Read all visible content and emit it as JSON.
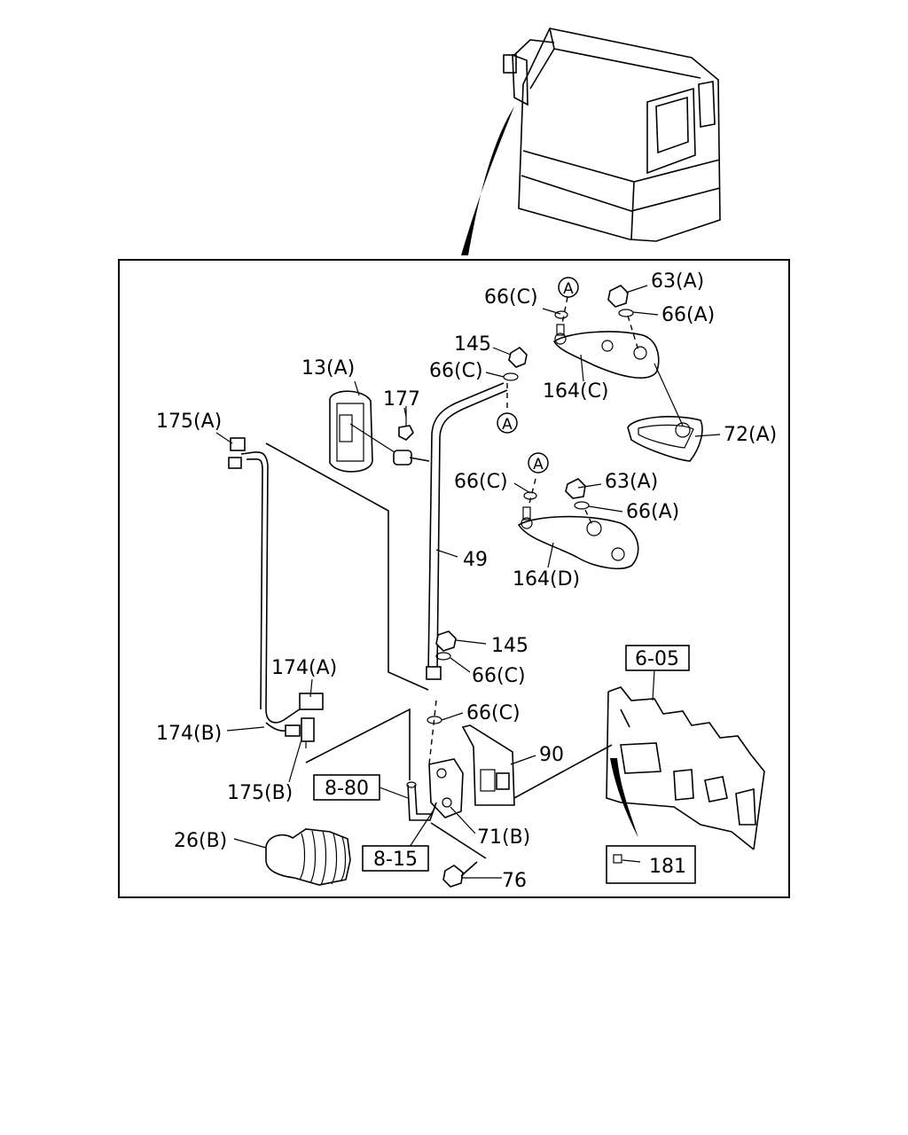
{
  "callouts": {
    "c66c_top": "66(C)",
    "c63a_top": "63(A)",
    "c66a_top": "66(A)",
    "c145_top": "145",
    "c66c_2": "66(C)",
    "c164c": "164(C)",
    "c13a": "13(A)",
    "c177": "177",
    "c175a": "175(A)",
    "c72a": "72(A)",
    "c66c_3": "66(C)",
    "c63a_2": "63(A)",
    "c66a_2": "66(A)",
    "c49": "49",
    "c164d": "164(D)",
    "c145_2": "145",
    "c174a": "174(A)",
    "c66c_4": "66(C)",
    "c66c_5": "66(C)",
    "c174b": "174(B)",
    "c90": "90",
    "c175b": "175(B)",
    "c71b": "71(B)",
    "c26b": "26(B)",
    "c76": "76"
  },
  "refs": {
    "r605": "6-05",
    "r880": "8-80",
    "r815": "8-15",
    "r181": "181"
  },
  "markers": {
    "a1": "A",
    "a2": "A",
    "a3": "A"
  }
}
